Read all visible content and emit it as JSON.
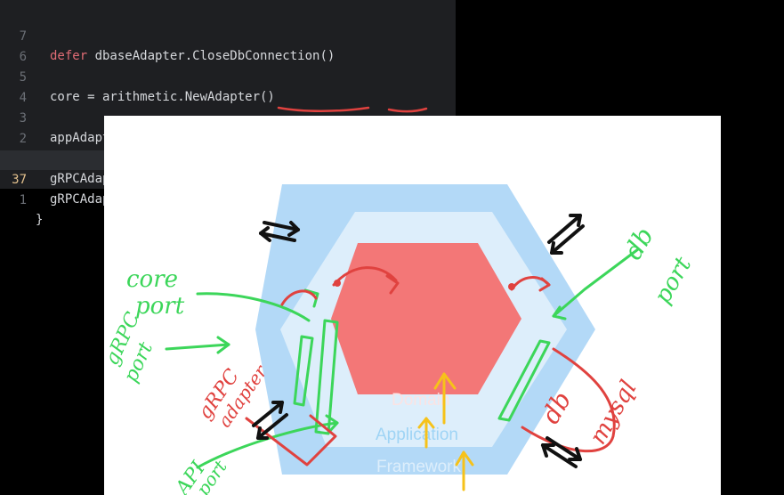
{
  "editor": {
    "lines": [
      {
        "num": "7",
        "kw": "defer ",
        "code": "dbaseAdapter.CloseDbConnection()"
      },
      {
        "num": "6",
        "kw": "",
        "code": ""
      },
      {
        "num": "5",
        "kw": "",
        "code": "core = arithmetic.NewAdapter()"
      },
      {
        "num": "4",
        "kw": "",
        "code": ""
      },
      {
        "num": "3",
        "kw": "",
        "code": "appAdapter = api.NewAdapter(dbaseAdapter, core)"
      },
      {
        "num": "2",
        "kw": "",
        "code": ""
      },
      {
        "num": "1",
        "kw": "",
        "code": "gRPCAdapter = gRPC.NewAdapter(appAdapter)"
      },
      {
        "num": "37",
        "kw": "",
        "code": "gRPCAdapter.Run()"
      },
      {
        "num": "1",
        "kw": "",
        "code": "}"
      }
    ]
  },
  "diagram": {
    "layers": {
      "domain": "Domain",
      "application": "Application",
      "framework": "Framework"
    },
    "annotations": {
      "core_port": [
        "core",
        "port"
      ],
      "grpc_port": [
        "gRPC",
        "port"
      ],
      "grpc_adapter": [
        "gRPC",
        "adapter"
      ],
      "api_port": [
        "API",
        "port"
      ],
      "db_port": [
        "db",
        "port"
      ],
      "db_mysql": [
        "db",
        "mysql"
      ]
    },
    "colors": {
      "framework": "#b3d9f7",
      "application": "#ddeefb",
      "domain": "#f37777",
      "green_ink": "#3cd65a",
      "red_ink": "#e0423f",
      "yellow_ink": "#f6c21a",
      "black_ink": "#111111"
    }
  }
}
